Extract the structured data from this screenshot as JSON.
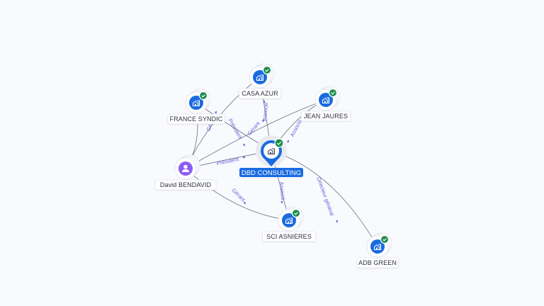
{
  "colors": {
    "background": "#f8fafd",
    "company_icon": "#1a6be0",
    "person_icon": "#8b5cf6",
    "verified_badge": "#1e8e4e",
    "edge_label": "#6a5fe0",
    "central_label_bg": "#1a6be0"
  },
  "nodes": [
    {
      "id": "dbd",
      "label": "DBD CONSULTING",
      "type": "company",
      "central": true,
      "verified": true,
      "icon": "building-icon"
    },
    {
      "id": "casa",
      "label": "CASA AZUR",
      "type": "company",
      "verified": true,
      "icon": "building-icon"
    },
    {
      "id": "france",
      "label": "FRANCE SYNDIC",
      "type": "company",
      "verified": true,
      "icon": "building-icon"
    },
    {
      "id": "jean",
      "label": "JEAN JAURES",
      "type": "company",
      "verified": true,
      "icon": "building-icon"
    },
    {
      "id": "david",
      "label": "David BENDAVID",
      "type": "person",
      "verified": false,
      "icon": "person-icon"
    },
    {
      "id": "sci",
      "label": "SCI ASNIERES",
      "type": "company",
      "verified": true,
      "icon": "building-icon"
    },
    {
      "id": "adb",
      "label": "ADB GREEN",
      "type": "company",
      "verified": true,
      "icon": "building-icon"
    }
  ],
  "edges": [
    {
      "from": "david",
      "to": "france",
      "label": "Gérant"
    },
    {
      "from": "david",
      "to": "casa",
      "label": "Président"
    },
    {
      "from": "david",
      "to": "jean",
      "label": "Gérant"
    },
    {
      "from": "david",
      "to": "dbd",
      "label": "Président"
    },
    {
      "from": "david",
      "to": "sci",
      "label": "Gérant"
    },
    {
      "from": "dbd",
      "to": "casa",
      "label": "Associé"
    },
    {
      "from": "dbd",
      "to": "jean",
      "label": "Associé"
    },
    {
      "from": "dbd",
      "to": "sci",
      "label": "Associé"
    },
    {
      "from": "dbd",
      "to": "adb",
      "label": "Directeur général"
    },
    {
      "from": "france",
      "to": "dbd",
      "label": ""
    }
  ]
}
